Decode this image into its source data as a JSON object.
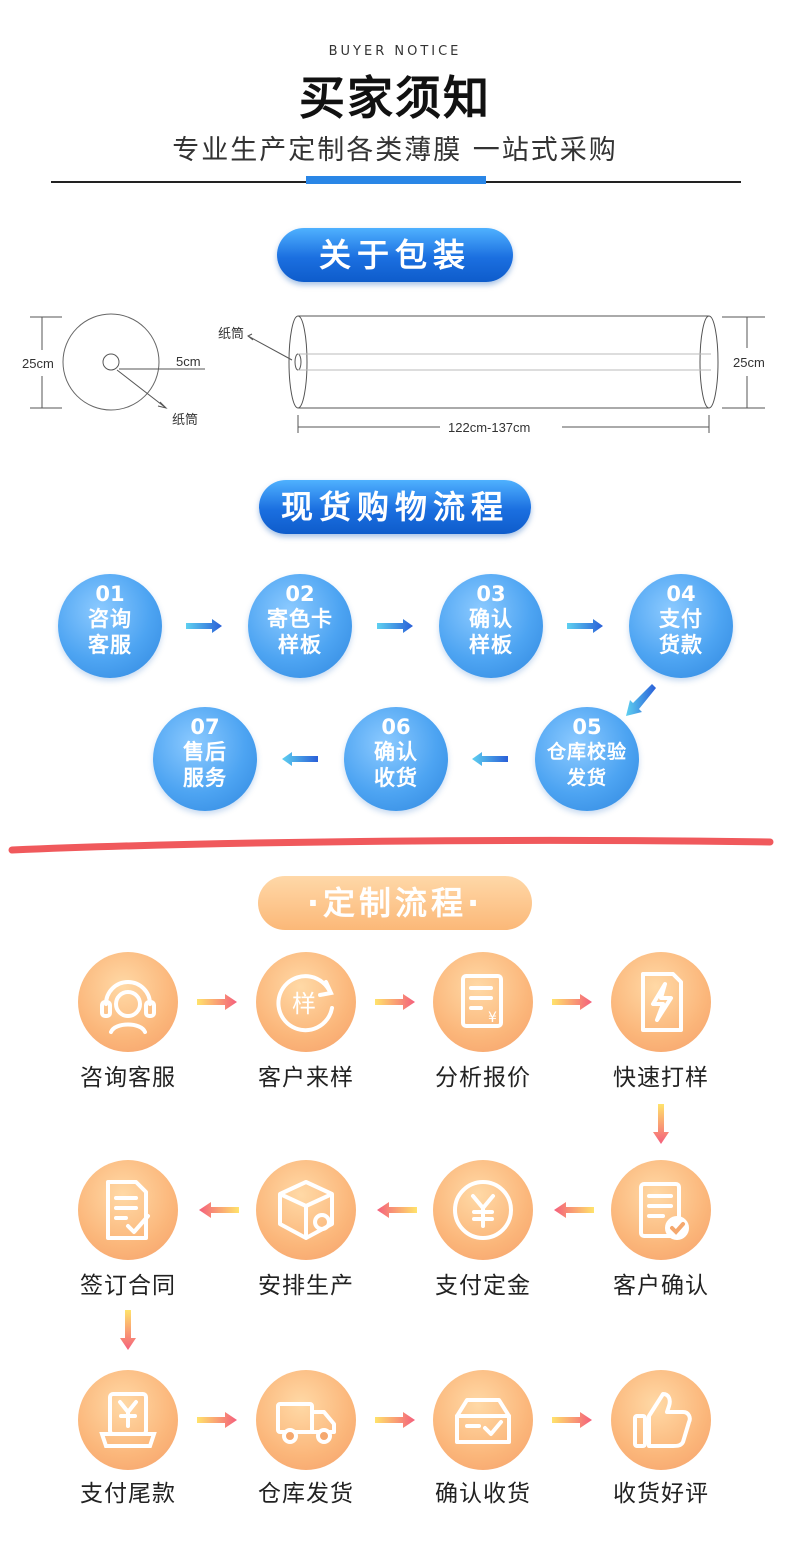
{
  "header": {
    "eyebrow": "BUYER NOTICE",
    "title": "买家须知",
    "subtitle": "专业生产定制各类薄膜 一站式采购"
  },
  "packaging": {
    "pill": "关于包装",
    "diagram": {
      "diameter_left": "25cm",
      "core_size": "5cm",
      "core_label_bottom": "纸筒",
      "core_label_side": "纸筒",
      "length": "122cm-137cm",
      "diameter_right": "25cm"
    }
  },
  "stock_process": {
    "pill": "现货购物流程",
    "steps": [
      {
        "num": "01",
        "label": "咨询\n客服"
      },
      {
        "num": "02",
        "label": "寄色卡\n样板"
      },
      {
        "num": "03",
        "label": "确认\n样板"
      },
      {
        "num": "04",
        "label": "支付\n货款"
      },
      {
        "num": "05",
        "label": "仓库校验\n发货"
      },
      {
        "num": "06",
        "label": "确认\n收货"
      },
      {
        "num": "07",
        "label": "售后\n服务"
      }
    ]
  },
  "custom_process": {
    "pill": "·定制流程·",
    "steps": [
      {
        "label": "咨询客服",
        "icon": "headset-icon"
      },
      {
        "label": "客户来样",
        "icon": "sample-cycle-icon"
      },
      {
        "label": "分析报价",
        "icon": "quote-doc-icon"
      },
      {
        "label": "快速打样",
        "icon": "lightning-doc-icon"
      },
      {
        "label": "客户确认",
        "icon": "checked-doc-icon"
      },
      {
        "label": "支付定金",
        "icon": "yen-coin-icon"
      },
      {
        "label": "安排生产",
        "icon": "box-gear-icon"
      },
      {
        "label": "签订合同",
        "icon": "signed-doc-icon"
      },
      {
        "label": "支付尾款",
        "icon": "yen-tray-icon"
      },
      {
        "label": "仓库发货",
        "icon": "truck-icon"
      },
      {
        "label": "确认收货",
        "icon": "received-box-icon"
      },
      {
        "label": "收货好评",
        "icon": "thumbs-up-icon"
      }
    ],
    "glyph_sample": "样",
    "glyph_yen": "¥"
  },
  "colors": {
    "blue_accent": "#2a86e6",
    "orange_accent": "#fbb878",
    "divider_red": "#f0595c"
  }
}
